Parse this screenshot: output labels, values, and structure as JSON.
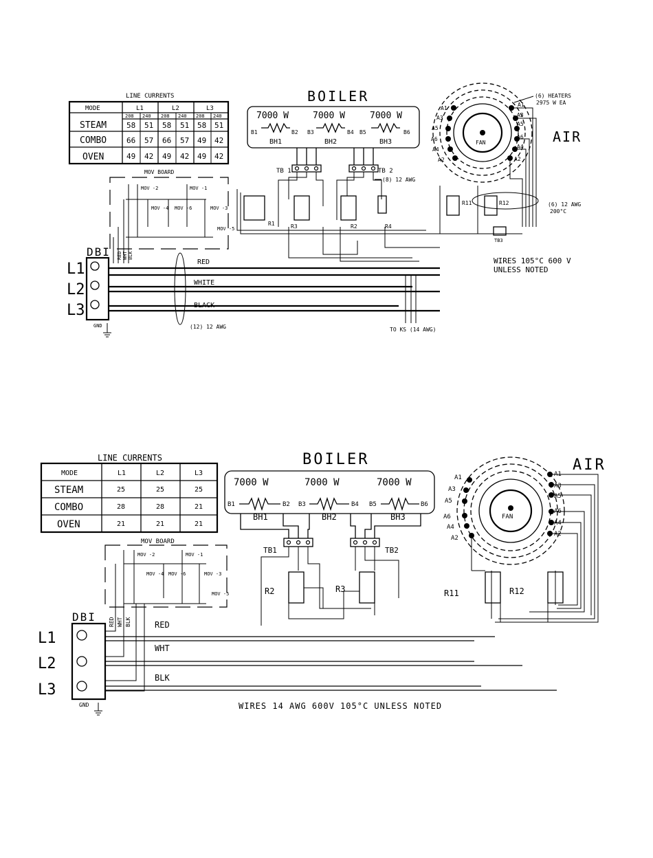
{
  "d1": {
    "table": {
      "title": "LINE CURRENTS",
      "mode_hdr": "MODE",
      "cols": [
        "L1",
        "L2",
        "L3"
      ],
      "volt": [
        "208",
        "240"
      ],
      "rows": [
        {
          "mode": "STEAM",
          "v": [
            "58",
            "51",
            "58",
            "51",
            "58",
            "51"
          ]
        },
        {
          "mode": "COMBO",
          "v": [
            "66",
            "57",
            "66",
            "57",
            "49",
            "42"
          ]
        },
        {
          "mode": "OVEN",
          "v": [
            "49",
            "42",
            "49",
            "42",
            "49",
            "42"
          ]
        }
      ]
    },
    "boiler": "BOILER",
    "watts": [
      "7000 W",
      "7000 W",
      "7000 W"
    ],
    "terms": [
      "B1",
      "B2",
      "B3",
      "B4",
      "B5",
      "B6"
    ],
    "heaters": [
      "BH1",
      "BH2",
      "BH3"
    ],
    "tb1": "TB 1",
    "tb2": "TB 2",
    "tb_note": "(8) 12 AWG",
    "heaters_note": [
      "(6) HEATERS",
      "2975 W EA"
    ],
    "air": "AIR",
    "fan": "FAN",
    "a_left": [
      "A1",
      "A3",
      "A5",
      "A6",
      "A4",
      "A2"
    ],
    "a_right": [
      "A1",
      "A3",
      "A5",
      "A6",
      "A4",
      "A2"
    ],
    "mov_board": "MOV BOARD",
    "movs": [
      "MOV -2",
      "MOV -1",
      "MOV -4",
      "MOV -6",
      "MOV -3",
      "MOV -5"
    ],
    "relays": [
      "R1",
      "R3",
      "R2",
      "R4",
      "R11",
      "R12"
    ],
    "tb3": "TB3",
    "awg6": [
      "(6) 12 AWG",
      "200°C"
    ],
    "dbi": "DBI",
    "lines": [
      "L1",
      "L2",
      "L3"
    ],
    "colors": [
      "RED",
      "WHITE",
      "BLACK"
    ],
    "vert_colors": [
      "RED",
      "WHT",
      "BLK"
    ],
    "gnd": "GND",
    "awg12": "(12) 12 AWG",
    "to_ks": "TO KS (14 AWG)",
    "wires_note": [
      "WIRES 105°C 600 V",
      "UNLESS NOTED"
    ]
  },
  "d2": {
    "table": {
      "title": "LINE CURRENTS",
      "mode_hdr": "MODE",
      "cols": [
        "L1",
        "L2",
        "L3"
      ],
      "rows": [
        {
          "mode": "STEAM",
          "v": [
            "25",
            "25",
            "25"
          ]
        },
        {
          "mode": "COMBO",
          "v": [
            "28",
            "28",
            "21"
          ]
        },
        {
          "mode": "OVEN",
          "v": [
            "21",
            "21",
            "21"
          ]
        }
      ]
    },
    "boiler": "BOILER",
    "watts": [
      "7000 W",
      "7000 W",
      "7000 W"
    ],
    "terms": [
      "B1",
      "B2",
      "B3",
      "B4",
      "B5",
      "B6"
    ],
    "heaters": [
      "BH1",
      "BH2",
      "BH3"
    ],
    "tb1": "TB1",
    "tb2": "TB2",
    "air": "AIR",
    "fan": "FAN",
    "a_left": [
      "A1",
      "A3",
      "A5",
      "A6",
      "A4",
      "A2"
    ],
    "a_right": [
      "A1",
      "A3",
      "A5",
      "A6",
      "A4",
      "A2"
    ],
    "mov_board": "MOV BOARD",
    "movs": [
      "MOV -2",
      "MOV -1",
      "MOV -4",
      "MOV -6",
      "MOV -3",
      "MOV -5"
    ],
    "relays": [
      "R2",
      "R3",
      "R11",
      "R12"
    ],
    "dbi": "DBI",
    "lines": [
      "L1",
      "L2",
      "L3"
    ],
    "colors": [
      "RED",
      "WHT",
      "BLK"
    ],
    "vert_colors": [
      "RED",
      "WHT",
      "BLK"
    ],
    "gnd": "GND",
    "wires_note": "WIRES 14 AWG 600V 105°C UNLESS NOTED"
  }
}
